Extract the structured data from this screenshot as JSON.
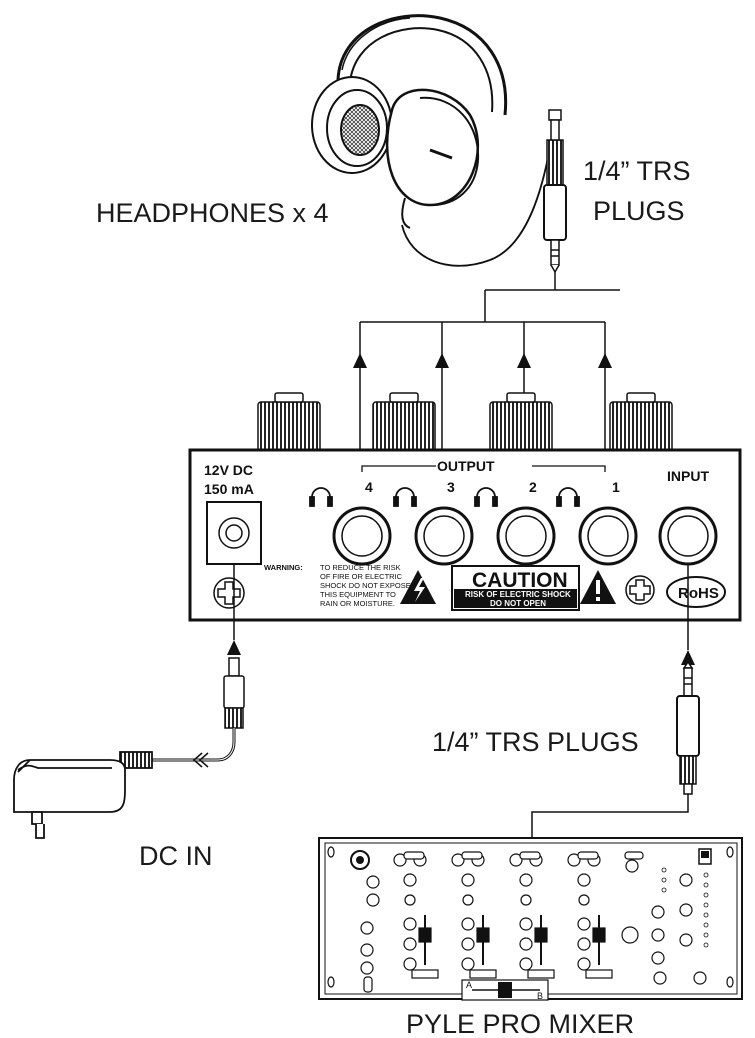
{
  "labels": {
    "headphones": "HEADPHONES x 4",
    "trs_top_line1": "1/4” TRS",
    "trs_top_line2": "PLUGS",
    "trs_bottom": "1/4” TRS PLUGS",
    "dc_in": "DC IN",
    "mixer": "PYLE PRO MIXER"
  },
  "amp_panel": {
    "power_line1": "12V DC",
    "power_line2": "150 mA",
    "output_label": "OUTPUT",
    "input_label": "INPUT",
    "channels": [
      "4",
      "3",
      "2",
      "1"
    ],
    "warning_title": "WARNING:",
    "warning_lines": [
      "TO REDUCE THE RISK",
      "OF FIRE OR ELECTRIC",
      "SHOCK DO NOT EXPOSE",
      "THIS EQUIPMENT TO",
      "RAIN OR MOISTURE."
    ],
    "caution_title": "CAUTION",
    "caution_line1": "RISK OF ELECTRIC SHOCK",
    "caution_line2": "DO NOT OPEN",
    "rohs": "RoHS"
  },
  "mixer_panel": {
    "crossfader_a": "A",
    "crossfader_b": "B"
  },
  "icons": [
    "headphones-icon",
    "power-adapter-icon",
    "trs-plug-icon",
    "dc-plug-icon",
    "mixer-icon",
    "lightning-warning-icon",
    "exclamation-warning-icon",
    "screw-icon"
  ],
  "colors": {
    "line": "#111111",
    "background": "#ffffff"
  }
}
